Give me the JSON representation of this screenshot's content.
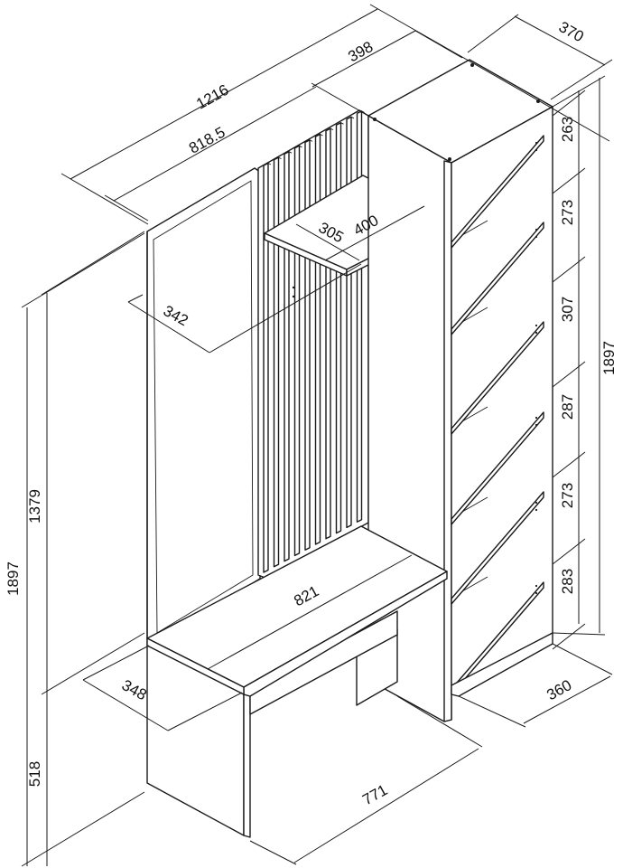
{
  "diagram": {
    "dimensions": {
      "total_width": "1216",
      "tower_width": "398",
      "tower_depth": "370",
      "hall_width": "818.5",
      "shelf_depth": "305",
      "shelf_width": "400",
      "mirror_depth": "342",
      "total_height_left": "1897",
      "upper_height": "1379",
      "bench_height": "518",
      "total_height_right": "1897",
      "bench_width": "821",
      "bench_depth": "348",
      "bench_base_width": "771",
      "tower_base_depth": "360",
      "compartments": [
        "263",
        "273",
        "307",
        "287",
        "273",
        "283"
      ]
    }
  }
}
